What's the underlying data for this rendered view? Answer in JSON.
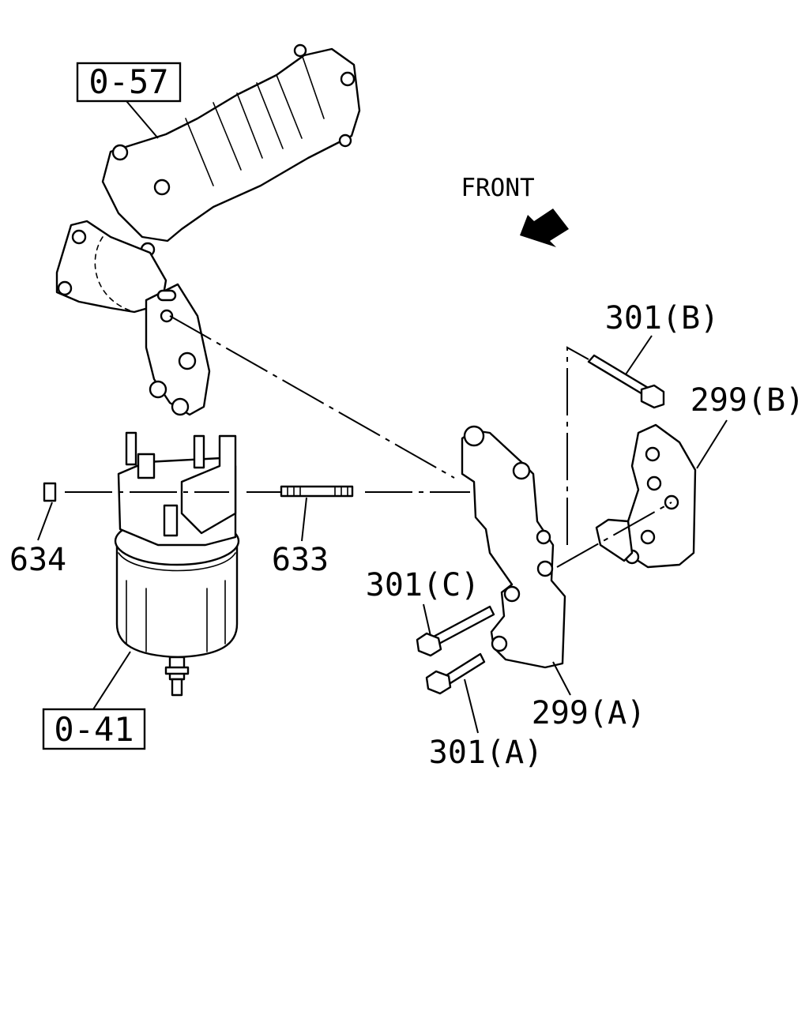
{
  "direction": {
    "label": "FRONT"
  },
  "references": {
    "ref_0_57": "0-57",
    "ref_0_41": "0-41"
  },
  "parts": {
    "p634": "634",
    "p633": "633",
    "p301b": "301(B)",
    "p299b": "299(B)",
    "p301c": "301(C)",
    "p299a": "299(A)",
    "p301a": "301(A)"
  }
}
